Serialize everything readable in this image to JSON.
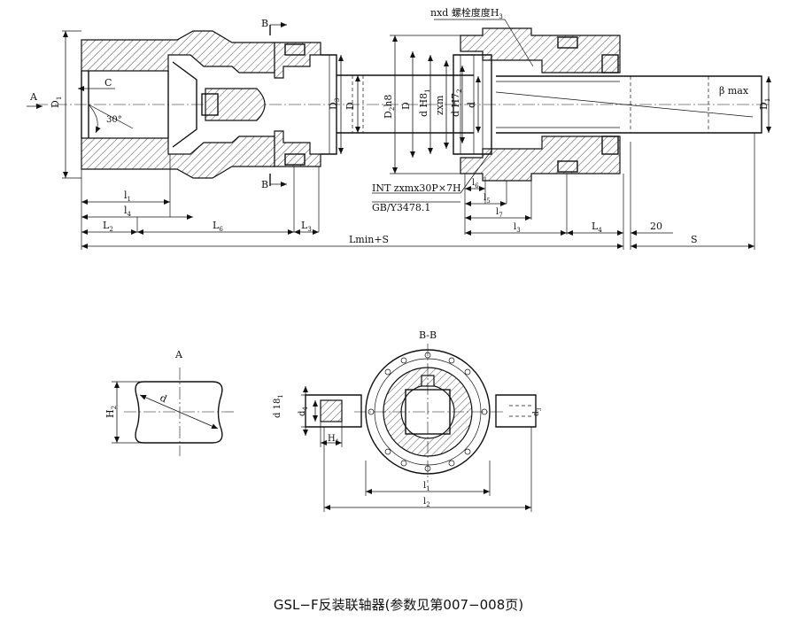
{
  "caption": "GSL−F反装联轴器(参数见第007−008页)",
  "view_labels": {
    "section_b_top": "B",
    "section_b_bottom": "B",
    "arrow_a": "A",
    "view_a": "A",
    "section_bb": "B-B"
  },
  "callouts": {
    "bolt": "nxd 螺栓度度H",
    "bolt_sub": "3",
    "spline_1": "INT zxmx30P×7H",
    "spline_2": "GB/Y3478.1"
  },
  "main_labels": {
    "D1_left": "D",
    "D1_left_sub": "1",
    "C": "C",
    "angle": "30°",
    "D3_mid": "D",
    "D3_mid_sub": "3",
    "D_mid": "D",
    "D2h8": "D",
    "D2h8_sub": "2",
    "D2h8_suf": "h8",
    "D_right": "D",
    "dH8": "d H8",
    "dH8_sub": "1",
    "zxm": "zxm",
    "dH7": "d H7",
    "dH7_sub": "2",
    "d": "d",
    "beta": "β max",
    "D1_right": "D",
    "D1_right_sub": "1"
  },
  "dimensions": {
    "l1_left": "l",
    "l1_left_sub": "1",
    "l4": "l",
    "l4_sub": "4",
    "L2": "L",
    "L2_sub": "2",
    "L6": "L",
    "L6_sub": "6",
    "L3": "L",
    "L3_sub": "3",
    "lmin": "Lmin+S",
    "l6": "l",
    "l6_sub": "6",
    "l5": "l",
    "l5_sub": "5",
    "l7": "l",
    "l7_sub": "7",
    "l3": "l",
    "l3_sub": "3",
    "L4": "L",
    "L4_sub": "4",
    "twenty": "20",
    "S": "S"
  },
  "bb_labels": {
    "d18": "d 18",
    "d18_sub": "1",
    "d4": "d",
    "d4_sub": "4",
    "H1": "H",
    "H1_sub": "1",
    "l1": "l",
    "l1_sub": "1",
    "l2": "l",
    "l2_sub": "2",
    "d3": "d",
    "d3_sub": "3"
  },
  "a_labels": {
    "H2": "H",
    "H2_sub": "2",
    "d": "d"
  }
}
